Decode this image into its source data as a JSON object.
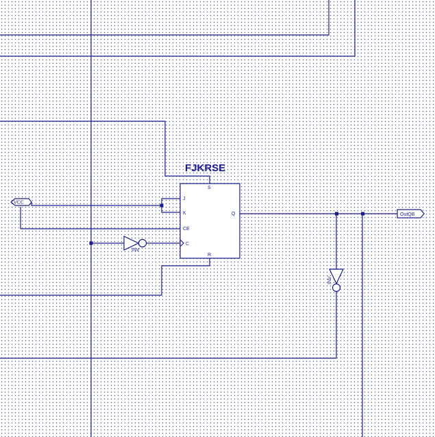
{
  "schematic": {
    "vcc_label": "VCC",
    "inverter_1_label": "INV",
    "inverter_2_label": "INV",
    "output_port": "OutQB",
    "flipflop": {
      "title": "FJKRSE",
      "pins": {
        "s": "S",
        "j": "J",
        "k": "K",
        "ce": "CE",
        "c": "C",
        "r": "R",
        "q": "Q"
      }
    }
  },
  "colors": {
    "wire": "#1c1c8c",
    "background": "#ffffff",
    "grid_dot": "#5a5a8a"
  }
}
